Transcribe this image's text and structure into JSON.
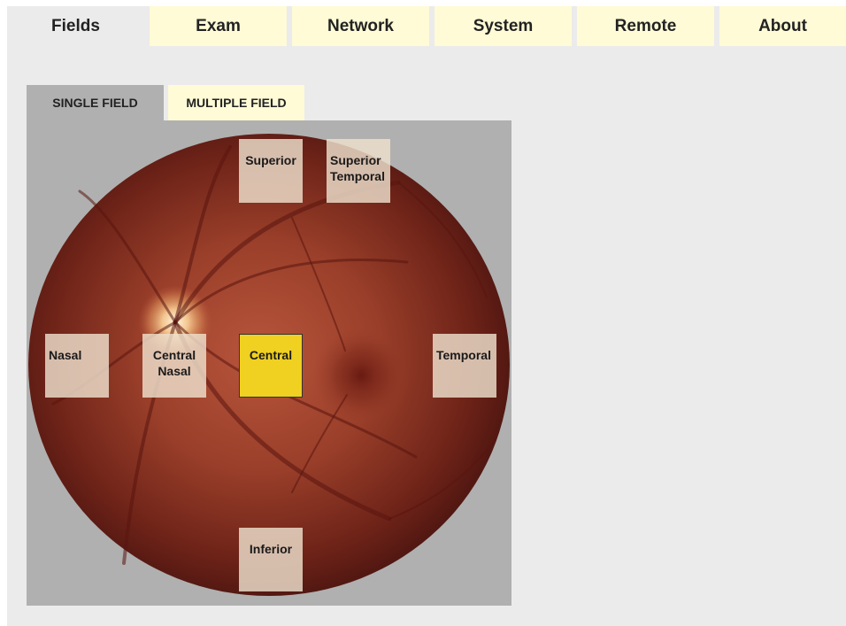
{
  "top_tabs": [
    {
      "label": "Fields",
      "active": true
    },
    {
      "label": "Exam",
      "active": false
    },
    {
      "label": "Network",
      "active": false
    },
    {
      "label": "System",
      "active": false
    },
    {
      "label": "Remote",
      "active": false
    },
    {
      "label": "About",
      "active": false
    }
  ],
  "sub_tabs": {
    "single": "SINGLE FIELD",
    "multiple": "MULTIPLE FIELD",
    "active": "single"
  },
  "fields": {
    "superior": "Superior",
    "superior_temporal": "Superior\nTemporal",
    "nasal": "Nasal",
    "central_nasal": "Central\nNasal",
    "central": "Central",
    "temporal": "Temporal",
    "inferior": "Inferior",
    "selected": "central"
  },
  "colors": {
    "tab_inactive": "#fefbd6",
    "background": "#ebebeb",
    "panel": "#b0b0b0",
    "selected_field": "#f0d020",
    "field_tile": "#eee1cd"
  }
}
